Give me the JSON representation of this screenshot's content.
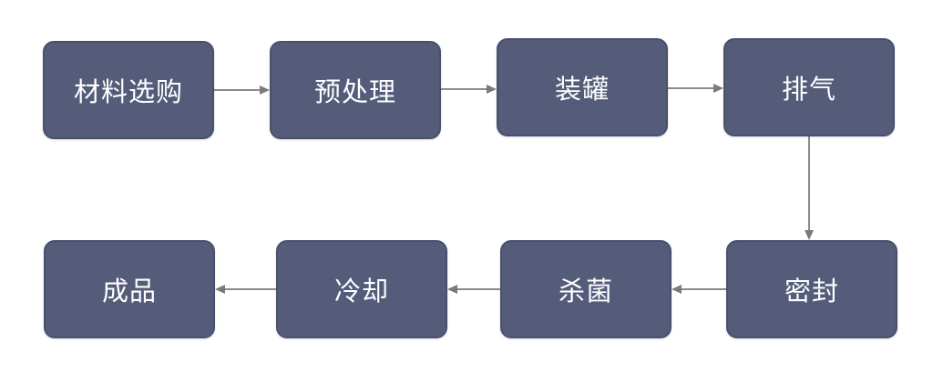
{
  "steps": [
    {
      "label": "材料选购"
    },
    {
      "label": "预处理"
    },
    {
      "label": "装罐"
    },
    {
      "label": "排气"
    },
    {
      "label": "密封"
    },
    {
      "label": "杀菌"
    },
    {
      "label": "冷却"
    },
    {
      "label": "成品"
    }
  ],
  "colors": {
    "box_fill": "#545c7a",
    "box_border": "#485070",
    "text": "#ffffff",
    "arrow": "#8a8a8a"
  }
}
